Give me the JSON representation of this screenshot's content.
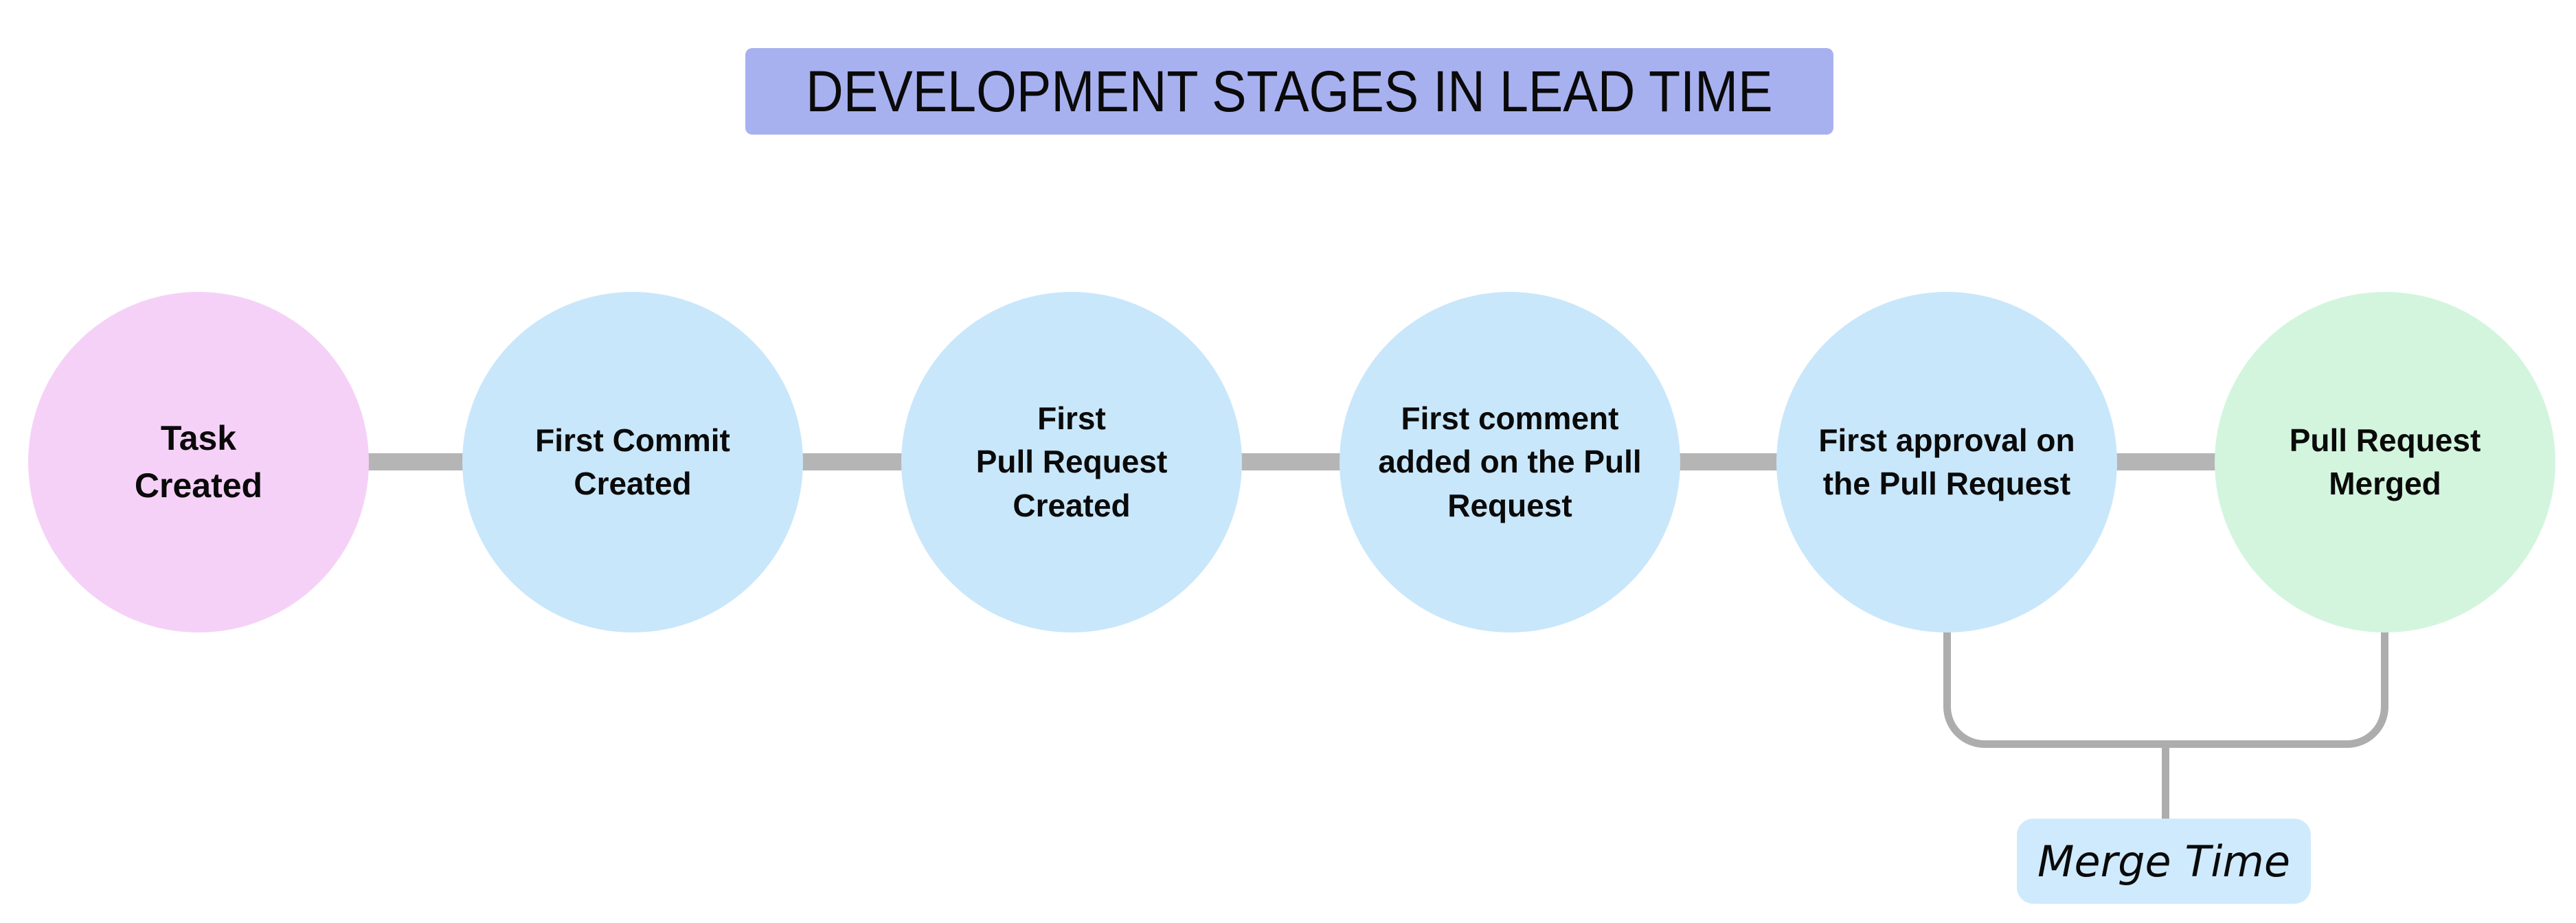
{
  "title": {
    "text": "DEVELOPMENT STAGES IN LEAD TIME",
    "bg_color": "#a8b1ef"
  },
  "stages": [
    {
      "label": "Task\nCreated",
      "color": "#f5d1f7"
    },
    {
      "label": "First Commit\nCreated",
      "color": "#c9e7fb"
    },
    {
      "label": "First\nPull Request\nCreated",
      "color": "#c9e7fb"
    },
    {
      "label": "First comment\nadded on the Pull\nRequest",
      "color": "#c9e7fb"
    },
    {
      "label": "First approval on\nthe Pull Request",
      "color": "#c9e7fb"
    },
    {
      "label": "Pull Request\nMerged",
      "color": "#d3f5de"
    }
  ],
  "connector_color": "#b5b5b5",
  "bracket": {
    "color": "#adadad"
  },
  "annotation": {
    "label": "Merge Time",
    "bg_color": "#cfeafd"
  }
}
